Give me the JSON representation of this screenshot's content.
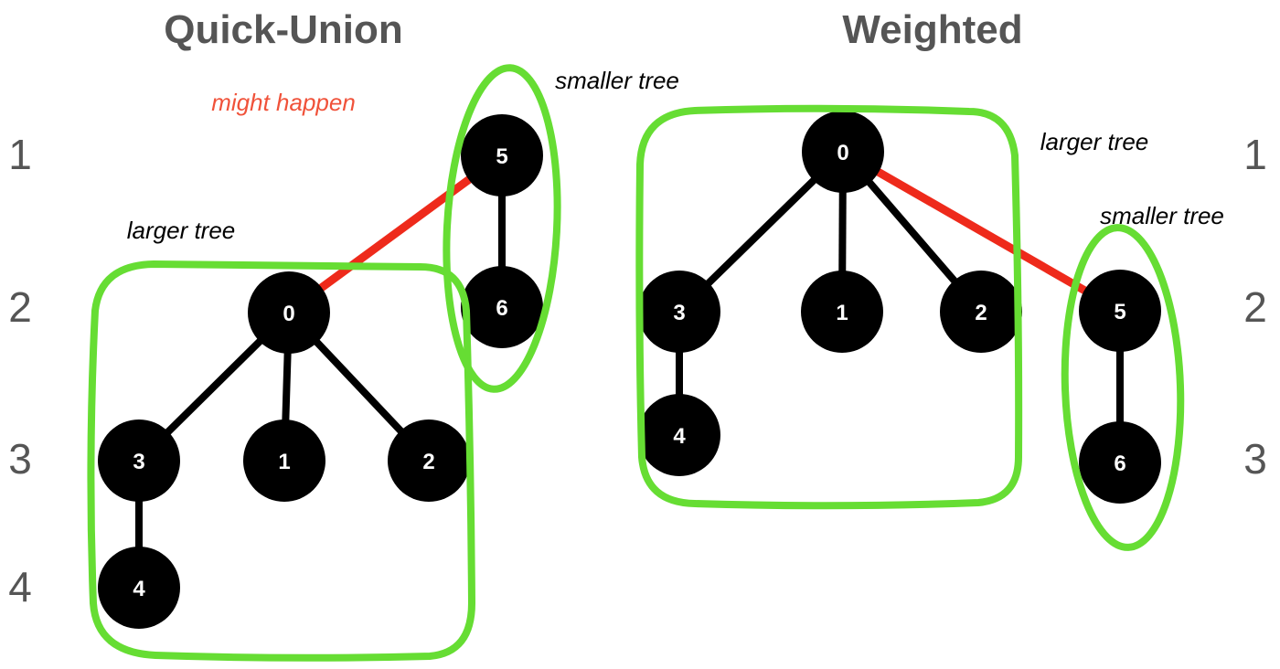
{
  "colors": {
    "title": "#555555",
    "level": "#555555",
    "node": "#000000",
    "node_text": "#ffffff",
    "edge": "#000000",
    "union_edge": "#ee2a1b",
    "highlight": "#66dd33",
    "warning": "#f0523a",
    "caption": "#000000"
  },
  "quick_union": {
    "title": "Quick-Union",
    "warning": "might happen",
    "larger_label": "larger tree",
    "smaller_label": "smaller tree",
    "levels": [
      "1",
      "2",
      "3",
      "4"
    ],
    "nodes": {
      "n5": "5",
      "n6": "6",
      "n0": "0",
      "n3": "3",
      "n1": "1",
      "n2": "2",
      "n4": "4"
    }
  },
  "weighted": {
    "title": "Weighted",
    "larger_label": "larger tree",
    "smaller_label": "smaller tree",
    "levels": [
      "1",
      "2",
      "3"
    ],
    "nodes": {
      "n0": "0",
      "n3": "3",
      "n1": "1",
      "n2": "2",
      "n4": "4",
      "n5": "5",
      "n6": "6"
    }
  }
}
